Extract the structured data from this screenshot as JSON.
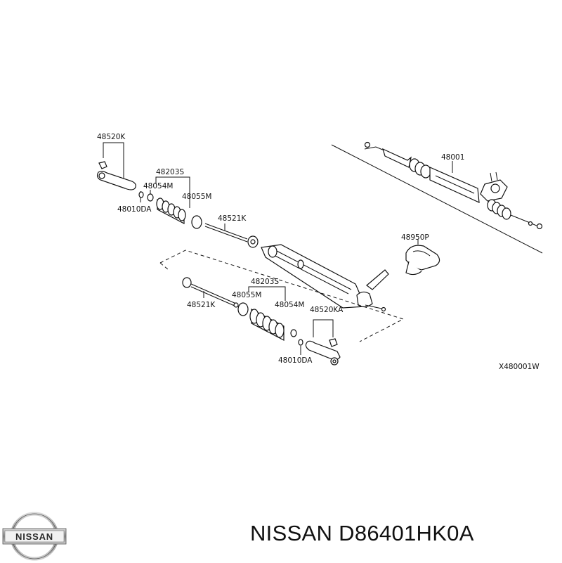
{
  "diagram": {
    "labels": {
      "tie_rod_end_left": "48520K",
      "boot_kit_top": "48203S",
      "clip_top": "48054M",
      "band_top": "48055M",
      "nut_top": "48010DA",
      "inner_socket_top": "48521K",
      "gear_assy": "48001",
      "boot_seal": "48950P",
      "boot_kit_bottom": "48203S",
      "band_bottom": "48055M",
      "clip_bottom": "48054M",
      "tie_rod_end_right": "48520KA",
      "inner_socket_bottom": "48521K",
      "nut_bottom": "48010DA",
      "drawing_code": "X480001W"
    }
  },
  "logo": {
    "text": "NISSAN"
  },
  "footer": {
    "title": "NISSAN D86401HK0A"
  }
}
